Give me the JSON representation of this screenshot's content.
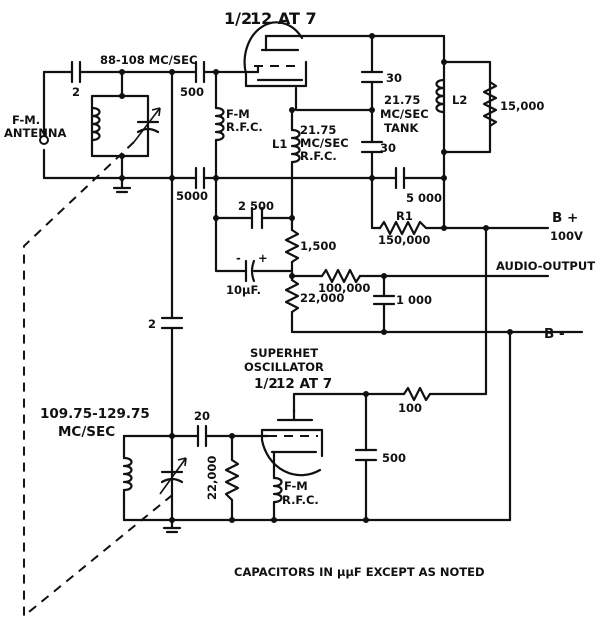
{
  "tube1": {
    "fraction": "1/2",
    "name": "12 AT 7"
  },
  "tube2": {
    "title_line1": "SUPERHET",
    "title_line2": "OSCILLATOR",
    "fraction": "1/2",
    "name": "12 AT 7"
  },
  "input": {
    "freq": "88-108 MC/SEC",
    "antenna_line1": "F-M.",
    "antenna_line2": "ANTENNA",
    "c_in": "2",
    "c_grid": "500",
    "c_bypass": "5000"
  },
  "rfc1": {
    "line1": "F-M",
    "line2": "R.F.C."
  },
  "l1": {
    "ref": "L1",
    "line1": "21.75",
    "line2": "MC/SEC",
    "line3": "R.F.C."
  },
  "tank": {
    "c_top": "30",
    "line1": "21.75",
    "line2": "MC/SEC",
    "line3": "TANK",
    "c_bot": "30"
  },
  "l2": {
    "ref": "L2",
    "r": "15,000"
  },
  "plate": {
    "c_bypass": "5 000",
    "r1_ref": "R1",
    "r1_value": "150,000"
  },
  "supply": {
    "bplus": "B +",
    "volts": "100V",
    "bminus": "B -"
  },
  "audio": {
    "output": "AUDIO-OUTPUT",
    "c_2500": "2 500",
    "r_1500": "1,500",
    "c_10uf": "10µF.",
    "minus": "-",
    "plus": "+",
    "r_100k": "100,000",
    "r_22k": "22,000",
    "c_1000": "1 000"
  },
  "coupling": {
    "c2": "2"
  },
  "osc": {
    "freq_line1": "109.75-129.75",
    "freq_line2": "MC/SEC",
    "c_20": "20",
    "r_22k": "22,000",
    "rfc_line1": "F-M",
    "rfc_line2": "R.F.C.",
    "r_100": "100",
    "c_500": "500"
  },
  "note": "CAPACITORS IN µµF EXCEPT AS NOTED"
}
